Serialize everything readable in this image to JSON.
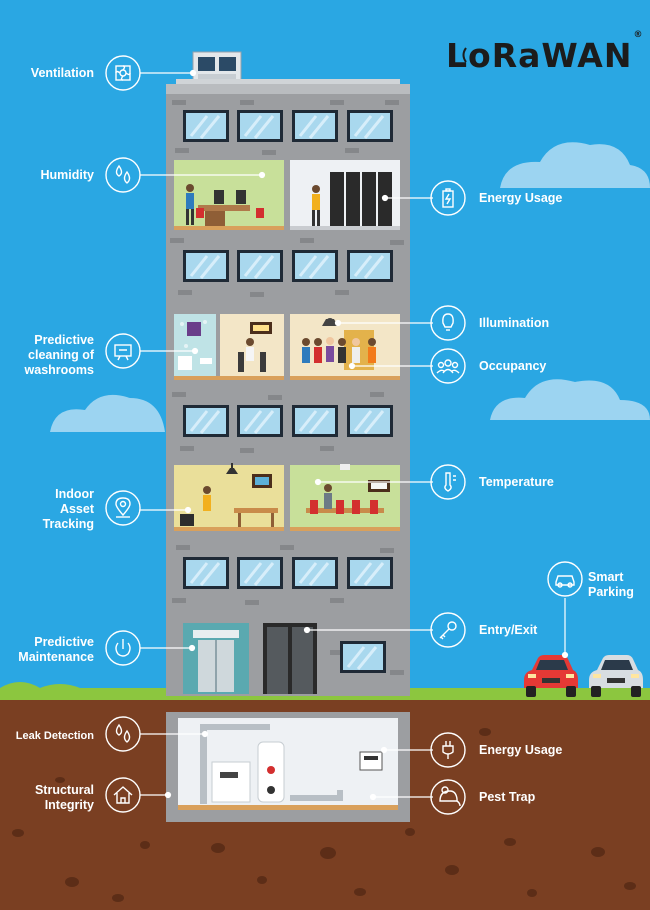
{
  "brand": {
    "logo_text": "LoRaWAN",
    "registered_mark": "®"
  },
  "colors": {
    "sky": "#2aa7e3",
    "building": "#9c9ea1",
    "ground": "#7a3f22",
    "grass": "#8cc63f",
    "wall_green": "#c8e09a",
    "label_text": "#ffffff"
  },
  "sensors": {
    "ventilation": {
      "label": "Ventilation",
      "icon": "fan-icon"
    },
    "humidity": {
      "label": "Humidity",
      "icon": "water-drops-icon"
    },
    "energy_usage_top": {
      "label": "Energy Usage",
      "icon": "battery-icon"
    },
    "predictive_cleaning": {
      "label": "Predictive\ncleaning of\nwashrooms",
      "icon": "cleaning-icon"
    },
    "illumination": {
      "label": "Illumination",
      "icon": "lightbulb-icon"
    },
    "occupancy": {
      "label": "Occupancy",
      "icon": "people-icon"
    },
    "indoor_asset_tracking": {
      "label": "Indoor\nAsset\nTracking",
      "icon": "location-pin-icon"
    },
    "temperature": {
      "label": "Temperature",
      "icon": "thermometer-icon"
    },
    "smart_parking": {
      "label": "Smart\nParking",
      "icon": "car-icon"
    },
    "predictive_maintenance": {
      "label": "Predictive\nMaintenance",
      "icon": "power-icon"
    },
    "entry_exit": {
      "label": "Entry/Exit",
      "icon": "key-icon"
    },
    "leak_detection": {
      "label": "Leak Detection",
      "icon": "water-drops-icon"
    },
    "energy_usage_bottom": {
      "label": "Energy Usage",
      "icon": "plug-icon"
    },
    "structural_integrity": {
      "label": "Structural\nIntegrity",
      "icon": "house-icon"
    },
    "pest_trap": {
      "label": "Pest Trap",
      "icon": "mouse-icon"
    }
  }
}
